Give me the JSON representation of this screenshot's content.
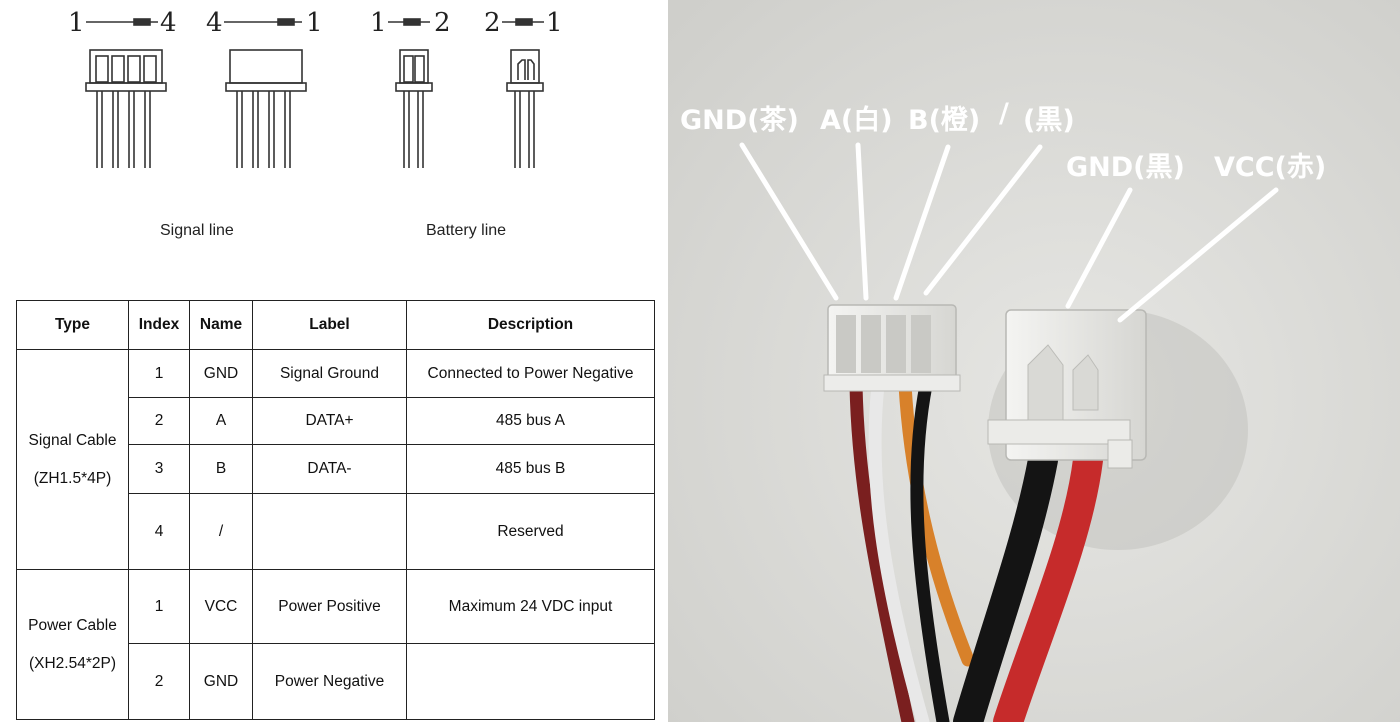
{
  "connectors": [
    {
      "left_pin": "1",
      "right_pin": "4"
    },
    {
      "left_pin": "4",
      "right_pin": "1"
    },
    {
      "left_pin": "1",
      "right_pin": "2"
    },
    {
      "left_pin": "2",
      "right_pin": "1"
    }
  ],
  "captions": {
    "signal": "Signal line",
    "battery": "Battery line"
  },
  "table": {
    "headers": [
      "Type",
      "Index",
      "Name",
      "Label",
      "Description"
    ],
    "signal_type": [
      "Signal Cable",
      "(ZH1.5*4P)"
    ],
    "power_type": [
      "Power Cable",
      "(XH2.54*2P)"
    ],
    "signal_rows": [
      {
        "index": "1",
        "name": "GND",
        "label": "Signal Ground",
        "description": "Connected to Power Negative"
      },
      {
        "index": "2",
        "name": "A",
        "label": "DATA+",
        "description": "485 bus A"
      },
      {
        "index": "3",
        "name": "B",
        "label": "DATA-",
        "description": "485 bus B"
      },
      {
        "index": "4",
        "name": "/",
        "label": "",
        "description": "Reserved"
      }
    ],
    "power_rows": [
      {
        "index": "1",
        "name": "VCC",
        "label": "Power Positive",
        "description": "Maximum 24 VDC input"
      },
      {
        "index": "2",
        "name": "GND",
        "label": "Power Negative",
        "description": ""
      }
    ]
  },
  "photo": {
    "labels_row1": [
      "GND(茶)",
      "A(白)",
      "B(橙)",
      "/",
      "(黒)"
    ],
    "labels_row2": [
      "GND(黒)",
      "VCC(赤)"
    ]
  },
  "colors": {
    "wire_brown": "#7a1f1f",
    "wire_white": "#e8e8e8",
    "wire_orange": "#d8812a",
    "wire_black": "#141414",
    "wire_red": "#c62b2b",
    "photo_bg": "#dcdcd8"
  }
}
